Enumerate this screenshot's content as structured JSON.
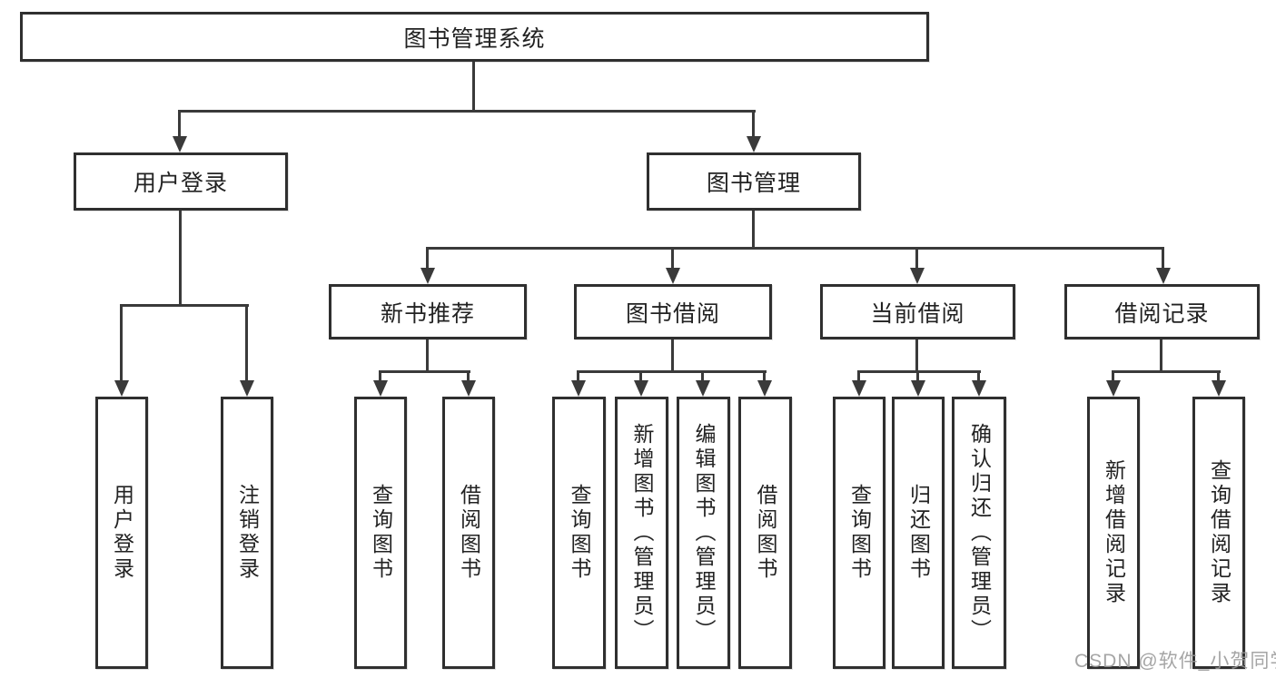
{
  "diagram": {
    "title": "图书管理系统",
    "watermark": "CSDN @软件_小贺同学",
    "colors": {
      "line": "#3a3a3a",
      "box_border": "#2f2f2f",
      "box_background": "#ffffff",
      "text": "#222222",
      "watermark": "#989898"
    },
    "nodes": {
      "root": {
        "label": "图书管理系统"
      },
      "level2": [
        {
          "label": "用户登录"
        },
        {
          "label": "图书管理"
        }
      ],
      "level3": [
        {
          "label": "新书推荐"
        },
        {
          "label": "图书借阅"
        },
        {
          "label": "当前借阅"
        },
        {
          "label": "借阅记录"
        }
      ],
      "leaves": {
        "user_login": [
          {
            "label": "用户登录"
          },
          {
            "label": "注销登录"
          }
        ],
        "new_book_recommend": [
          {
            "label": "查询图书"
          },
          {
            "label": "借阅图书"
          }
        ],
        "book_borrow": [
          {
            "label": "查询图书"
          },
          {
            "label": "新增图书（管理员）"
          },
          {
            "label": "编辑图书（管理员）"
          },
          {
            "label": "借阅图书"
          }
        ],
        "current_borrow": [
          {
            "label": "查询图书"
          },
          {
            "label": "归还图书"
          },
          {
            "label": "确认归还（管理员）"
          }
        ],
        "borrow_record": [
          {
            "label": "新增借阅记录"
          },
          {
            "label": "查询借阅记录"
          }
        ]
      }
    }
  }
}
